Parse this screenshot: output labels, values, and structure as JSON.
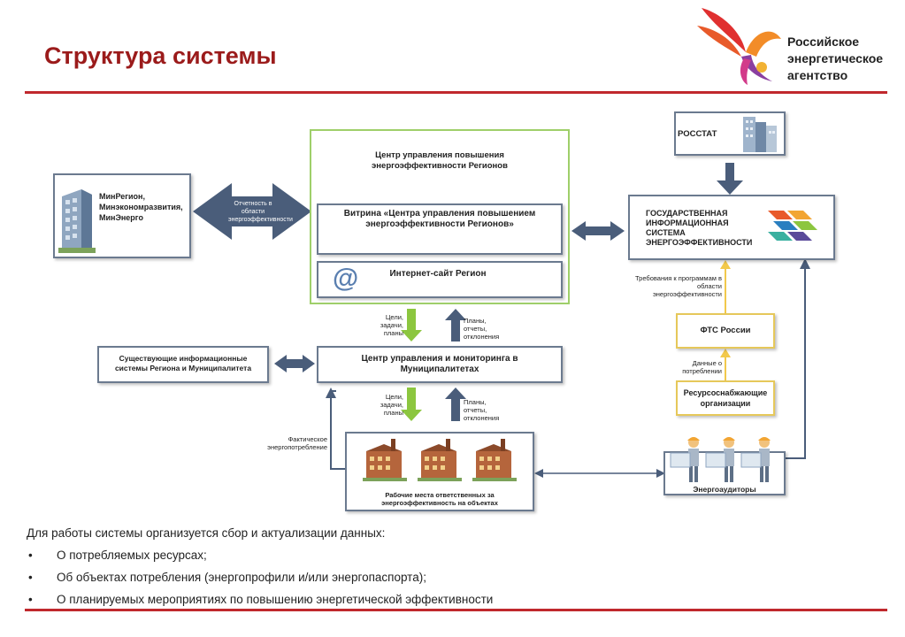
{
  "header": {
    "title": "Структура системы",
    "logo_lines": [
      "Российское",
      "энергетическое",
      "агентство"
    ]
  },
  "diagram": {
    "minregion": "МинРегион, Минэкономразвития, МинЭнерго",
    "otchetnost": "Отчетность в области энергоэффективности",
    "center_title": "Центр управления повышения энергоэффективности Регионов",
    "vitrina": "Витрина «Центра управления повышением энергоэффективности Регионов»",
    "internet_site": "Интернет-сайт Регион",
    "rosstat": "РОССТАТ",
    "gis": "ГОСУДАРСТВЕННАЯ ИНФОРМАЦИОННАЯ СИСТЕМА ЭНЕРГОЭФФЕКТИВНОСТИ",
    "trebovaniya": "Требования к программам в области энергоэффективности",
    "fts": "ФТС России",
    "dannye": "Данные о потреблении",
    "resurs": "Ресурсоснабжающие организации",
    "existing": "Существующие информационные системы Региона и Муниципалитета",
    "center_munic": "Центр управления и мониторинга в Муниципалитетах",
    "goals": "Цели, задачи, планы",
    "plans": "Планы, отчеты, отклонения",
    "fakt": "Фактическое энергопотребление",
    "rabochie": "Рабочие места ответственных за энергоэффективность на объектах",
    "auditors": "Энергоаудиторы"
  },
  "bottom": {
    "intro": "Для работы системы организуется сбор и актуализации данных:",
    "items": [
      "О потребляемых ресурсах;",
      "Об объектах потребления (энергопрофили и/или энергопаспорта);",
      "О планируемых мероприятиях  по повышению энергетической эффективности"
    ],
    "bullet": "•"
  },
  "colors": {
    "accent_red": "#c0282d",
    "title": "#9b1b1b",
    "arrow_blue": "#4a5d7a",
    "arrow_green": "#8cc63f",
    "arrow_yellow": "#f2c94c"
  },
  "icons": [
    "logo-bird-icon",
    "building-icon",
    "at-sign-icon",
    "factory-icon",
    "worker-icon",
    "gis-logo-icon"
  ]
}
